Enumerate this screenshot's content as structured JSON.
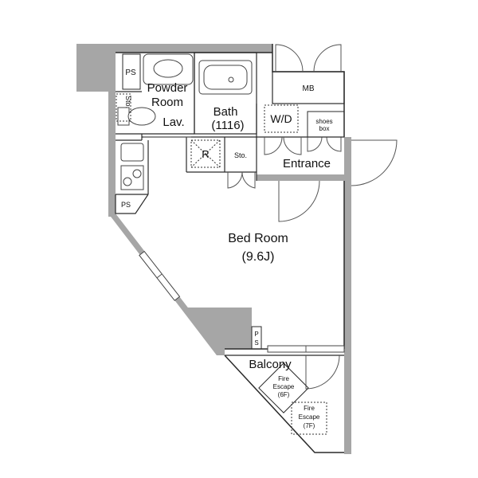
{
  "rooms": {
    "ps_top": "PS",
    "powder_room": [
      "Powder",
      "Room"
    ],
    "lav": "Lav.",
    "sto_toilet": "Sto.",
    "bath": [
      "Bath",
      "(1116)"
    ],
    "mb": "MB",
    "wd": "W/D",
    "shoes_box": [
      "shoes",
      "box"
    ],
    "r_box": "R",
    "sto_hall": "Sto.",
    "entrance": "Entrance",
    "ps_kitchen": "PS",
    "bed_room": [
      "Bed Room",
      "(9.6J)"
    ],
    "ps_balcony": [
      "P",
      "S"
    ],
    "balcony": "Balcony",
    "fire_escape_6f": [
      "Fire",
      "Escape",
      "(6F)"
    ],
    "fire_escape_7f": [
      "Fire",
      "Escape",
      "(7F)"
    ]
  }
}
